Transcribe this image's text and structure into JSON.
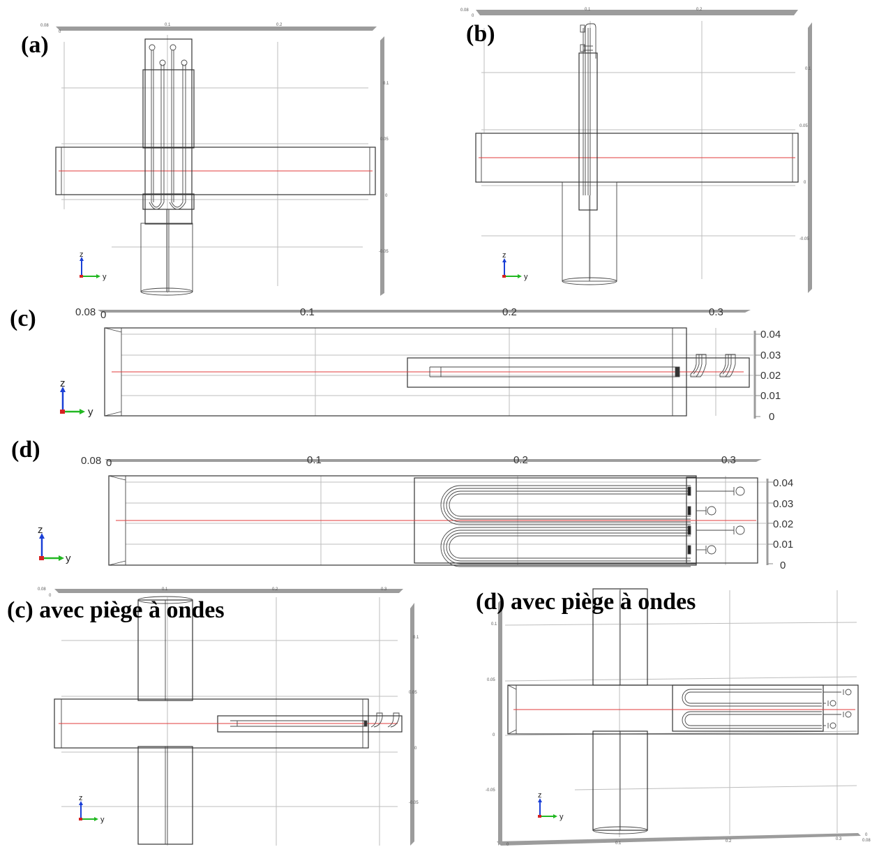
{
  "panels": {
    "a": {
      "label": "(a)",
      "top_ticks": [
        "0.08",
        "0",
        "0.1",
        "0.2"
      ],
      "side_ticks": [
        "0.1",
        "0.05",
        "0",
        "-0.05"
      ]
    },
    "b": {
      "label": "(b)",
      "top_ticks": [
        "0.08",
        "0",
        "0.1",
        "0.2"
      ],
      "side_ticks": [
        "0.1",
        "0.05",
        "0",
        "-0.05"
      ]
    },
    "c": {
      "label": "(c)",
      "top_ticks": [
        "0.08",
        "0",
        "0.1",
        "0.2",
        "0.3"
      ],
      "side_ticks": [
        "0.04",
        "0.03",
        "0.02",
        "0.01",
        "0"
      ]
    },
    "d": {
      "label": "(d)",
      "top_ticks": [
        "0.08",
        "0",
        "0.1",
        "0.2",
        "0.3"
      ],
      "side_ticks": [
        "0.04",
        "0.03",
        "0.02",
        "0.01",
        "0"
      ]
    },
    "c_trap": {
      "label": "(c) avec piège à ondes",
      "top_ticks": [
        "0.08",
        "0",
        "0.1",
        "0.2",
        "0.3"
      ],
      "side_ticks": [
        "0.1",
        "0.05",
        "0",
        "-0.05"
      ]
    },
    "d_trap": {
      "label": "(d) avec piège à ondes",
      "bottom_ticks": [
        "0",
        "0.1",
        "0.2",
        "0.3",
        "0",
        "0.08"
      ],
      "side_ticks": [
        "0.1",
        "0.05",
        "0",
        "-0.05"
      ]
    }
  },
  "axis_triad": {
    "z_label": "z",
    "y_label": "y",
    "z_color": "#1a3fd6",
    "y_color": "#22b822",
    "x_color": "#d62222"
  },
  "colors": {
    "feed_line": "#e23b3b",
    "geometry": "#333333",
    "grid": "#bdbdbd"
  }
}
